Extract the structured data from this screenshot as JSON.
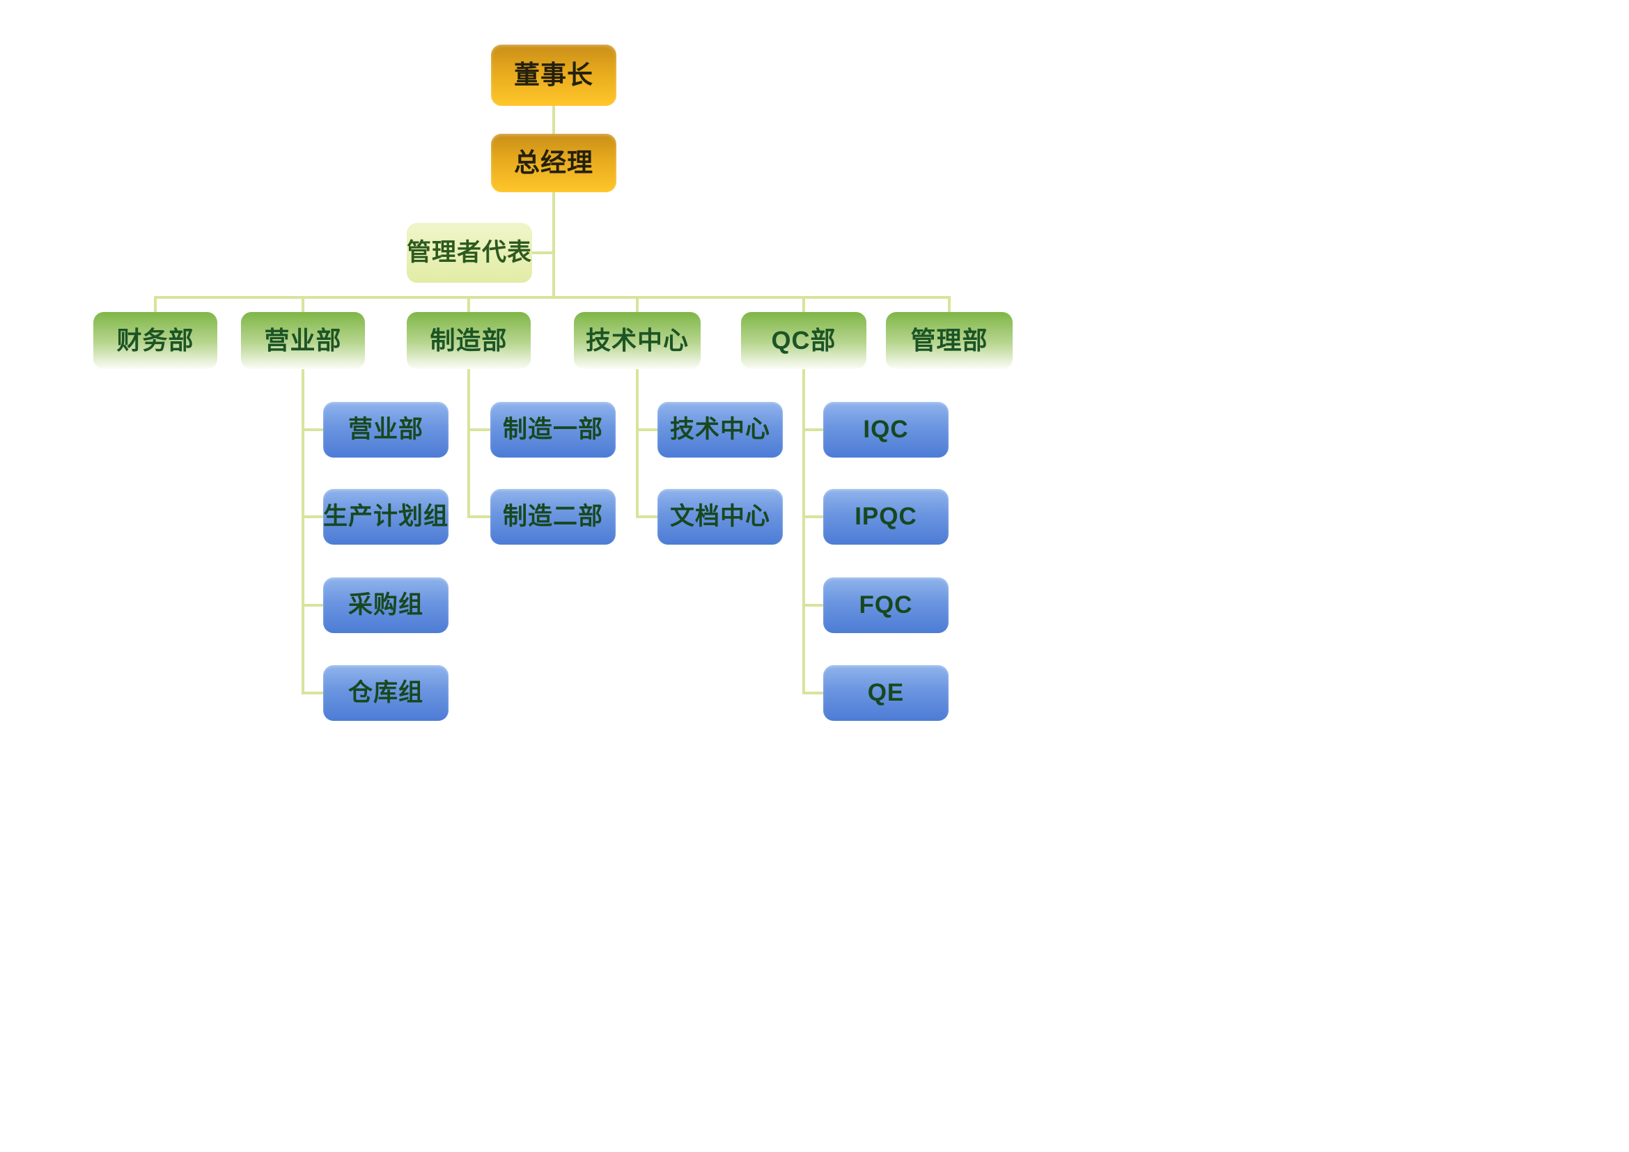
{
  "org": {
    "chairman": "董事长",
    "general_manager": "总经理",
    "management_rep": "管理者代表",
    "departments": [
      {
        "label": "财务部",
        "children": []
      },
      {
        "label": "营业部",
        "children": [
          "营业部",
          "生产计划组",
          "采购组",
          "仓库组"
        ]
      },
      {
        "label": "制造部",
        "children": [
          "制造一部",
          "制造二部"
        ]
      },
      {
        "label": "技术中心",
        "children": [
          "技术中心",
          "文档中心"
        ]
      },
      {
        "label": "QC部",
        "children": [
          "IQC",
          "IPQC",
          "FQC",
          "QE"
        ]
      },
      {
        "label": "管理部",
        "children": []
      }
    ],
    "colors": {
      "gold_top": "#c98e18",
      "gold_bottom": "#ffc62a",
      "green_top": "#7eb647",
      "green_bottom": "#fcfdf8",
      "pale_box": "#e9f0b8",
      "blue_top": "#90b4ec",
      "blue_bottom": "#4d7cd6",
      "connector": "#d9e39c",
      "text_dark_green": "#1c5426"
    }
  }
}
